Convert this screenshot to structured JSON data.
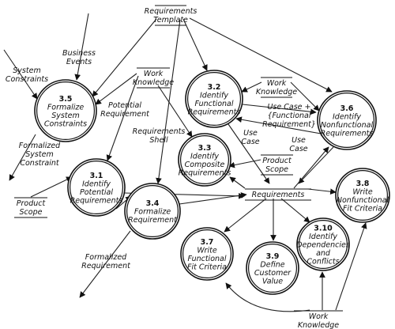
{
  "processes": [
    {
      "id": "p35",
      "number": "3.5",
      "lines": [
        "Formalize",
        "System",
        "Constraints"
      ]
    },
    {
      "id": "p31",
      "number": "3.1",
      "lines": [
        "Identify",
        "Potential",
        "Requirements"
      ]
    },
    {
      "id": "p32",
      "number": "3.2",
      "lines": [
        "Identify",
        "Functional",
        "Requirements"
      ]
    },
    {
      "id": "p33",
      "number": "3.3",
      "lines": [
        "Identify",
        "Composite",
        "Requirements"
      ]
    },
    {
      "id": "p34",
      "number": "3.4",
      "lines": [
        "Formalize",
        "Requirement"
      ]
    },
    {
      "id": "p36",
      "number": "3.6",
      "lines": [
        "Identify",
        "Nonfunctional",
        "Requirements"
      ]
    },
    {
      "id": "p37",
      "number": "3.7",
      "lines": [
        "Write",
        "Functional",
        "Fit Criteria"
      ]
    },
    {
      "id": "p38",
      "number": "3.8",
      "lines": [
        "Write",
        "Nonfunctional",
        "Fit Criteria"
      ]
    },
    {
      "id": "p39",
      "number": "3.9",
      "lines": [
        "Define",
        "Customer",
        "Value"
      ]
    },
    {
      "id": "p310",
      "number": "3.10",
      "lines": [
        "Identify",
        "Dependencies",
        "and",
        "Conflicts"
      ]
    }
  ],
  "stores": [
    {
      "id": "s-template",
      "lines": [
        "Requirements",
        "Template"
      ]
    },
    {
      "id": "s-wk1",
      "lines": [
        "Work",
        "Knowledge"
      ]
    },
    {
      "id": "s-wk2",
      "lines": [
        "Work",
        "Knowledge"
      ]
    },
    {
      "id": "s-wk3",
      "lines": [
        "Work",
        "Knowledge"
      ]
    },
    {
      "id": "s-scope1",
      "lines": [
        "Product",
        "Scope"
      ]
    },
    {
      "id": "s-scope2",
      "lines": [
        "Product",
        "Scope"
      ]
    },
    {
      "id": "s-req",
      "lines": [
        "Requirements"
      ]
    }
  ],
  "flow_labels": [
    {
      "id": "f-syscon",
      "lines": [
        "System",
        "Constraints"
      ]
    },
    {
      "id": "f-bizev",
      "lines": [
        "Business",
        "Events"
      ]
    },
    {
      "id": "f-potreq",
      "lines": [
        "Potential",
        "Requirement"
      ]
    },
    {
      "id": "f-shell",
      "lines": [
        "Requirements",
        "Shell"
      ]
    },
    {
      "id": "f-formsys",
      "lines": [
        "Formalized",
        "System",
        "Constraint"
      ]
    },
    {
      "id": "f-usecase-plus",
      "lines": [
        "Use Case +",
        "{Functional",
        "Requirement}"
      ]
    },
    {
      "id": "f-usecase1",
      "lines": [
        "Use",
        "Case"
      ]
    },
    {
      "id": "f-usecase2",
      "lines": [
        "Use",
        "Case"
      ]
    },
    {
      "id": "f-formreq",
      "lines": [
        "Formalized",
        "Requirement"
      ]
    }
  ]
}
